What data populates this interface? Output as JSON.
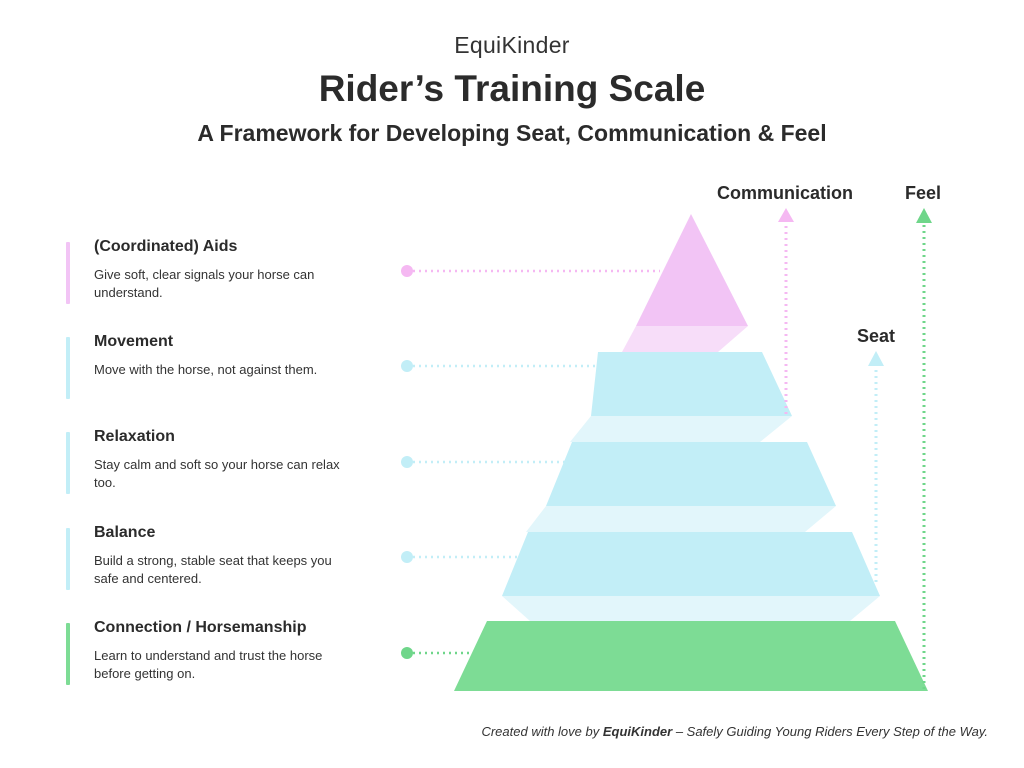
{
  "header": {
    "brand": "EquiKinder",
    "title": "Rider’s Training Scale",
    "subtitle": "A Framework for Developing Seat, Communication & Feel"
  },
  "colors": {
    "pink": "#f2c4f5",
    "pink_dot": "#f5b8f2",
    "blue": "#c2eef7",
    "blue_light": "#dff5fa",
    "green": "#7ddc95",
    "green_dot": "#6fd68a",
    "text": "#2b2b2b"
  },
  "levels": [
    {
      "title": "(Coordinated) Aids",
      "desc": "Give soft, clear signals your horse can understand.",
      "color": "#f2c4f5"
    },
    {
      "title": "Movement",
      "desc": "Move with the horse, not against them.",
      "color": "#c2eef7"
    },
    {
      "title": "Relaxation",
      "desc": "Stay calm and soft so your horse can relax too.",
      "color": "#c2eef7"
    },
    {
      "title": "Balance",
      "desc": "Build a strong, stable seat that keeps you safe and centered.",
      "color": "#c2eef7"
    },
    {
      "title": "Connection / Horsemanship",
      "desc": "Learn to understand and trust the horse before getting on.",
      "color": "#7ddc95"
    }
  ],
  "axes": {
    "communication": "Communication",
    "feel": "Feel",
    "seat": "Seat"
  },
  "footer": {
    "prefix": "Created with love by ",
    "brand": "EquiKinder",
    "suffix": " – Safely Guiding Young Riders Every Step of the Way."
  }
}
